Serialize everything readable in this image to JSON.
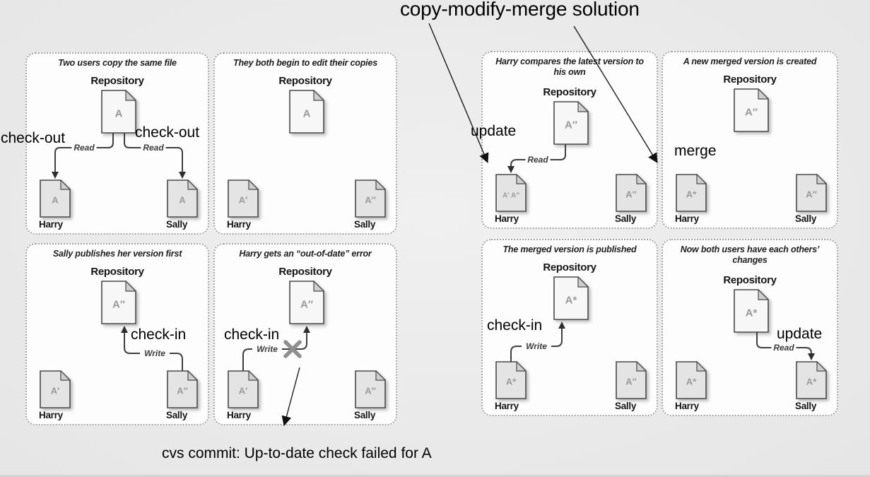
{
  "page": {
    "title": "copy-modify-merge solution",
    "error_caption": "cvs commit: Up-to-date check failed for A"
  },
  "annotations": [
    {
      "id": "checkout-left",
      "text": "check-out"
    },
    {
      "id": "checkout-right",
      "text": "check-out"
    },
    {
      "id": "checkin-sally-publishes",
      "text": "check-in"
    },
    {
      "id": "checkin-harry-error",
      "text": "check-in"
    },
    {
      "id": "update-harry-compares",
      "text": "update"
    },
    {
      "id": "merge-new-version",
      "text": "merge"
    },
    {
      "id": "checkin-merged-published",
      "text": "check-in"
    },
    {
      "id": "update-sally-gets",
      "text": "update"
    }
  ],
  "panels": [
    {
      "title": "Two users copy the same file",
      "repo_label": "Repository",
      "repo_doc": "A",
      "left_doc": "A",
      "left_name": "Harry",
      "right_doc": "A",
      "right_name": "Sally",
      "arrow": "fork-read",
      "arrow_label": "Read"
    },
    {
      "title": "They both begin to edit their copies",
      "repo_label": "Repository",
      "repo_doc": "A",
      "left_doc": "A′",
      "left_name": "Harry",
      "right_doc": "A″",
      "right_name": "Sally",
      "arrow": "none",
      "arrow_label": ""
    },
    {
      "title": "Sally publishes her version first",
      "repo_label": "Repository",
      "repo_doc": "A″",
      "left_doc": "A′",
      "left_name": "Harry",
      "right_doc": "A″",
      "right_name": "Sally",
      "arrow": "write-from-right",
      "arrow_label": "Write"
    },
    {
      "title": "Harry gets an “out-of-date” error",
      "repo_label": "Repository",
      "repo_doc": "A″",
      "left_doc": "A′",
      "left_name": "Harry",
      "right_doc": "A″",
      "right_name": "Sally",
      "arrow": "write-from-left-blocked",
      "arrow_label": "Write"
    },
    {
      "title": "Harry compares the latest version to his own",
      "repo_label": "Repository",
      "repo_doc": "A″",
      "left_doc": "A′ A″",
      "left_name": "Harry",
      "right_doc": "A″",
      "right_name": "Sally",
      "arrow": "read-to-left",
      "arrow_label": "Read"
    },
    {
      "title": "A new merged version is created",
      "repo_label": "Repository",
      "repo_doc": "A″",
      "left_doc": "A*",
      "left_name": "Harry",
      "right_doc": "A″",
      "right_name": "Sally",
      "arrow": "none",
      "arrow_label": ""
    },
    {
      "title": "The merged version is published",
      "repo_label": "Repository",
      "repo_doc": "A*",
      "left_doc": "A*",
      "left_name": "Harry",
      "right_doc": "A″",
      "right_name": "Sally",
      "arrow": "write-from-left",
      "arrow_label": "Write"
    },
    {
      "title": "Now both users have each others’ changes",
      "repo_label": "Repository",
      "repo_doc": "A*",
      "left_doc": "A*",
      "left_name": "Harry",
      "right_doc": "A*",
      "right_name": "Sally",
      "arrow": "read-to-right",
      "arrow_label": "Read"
    }
  ]
}
